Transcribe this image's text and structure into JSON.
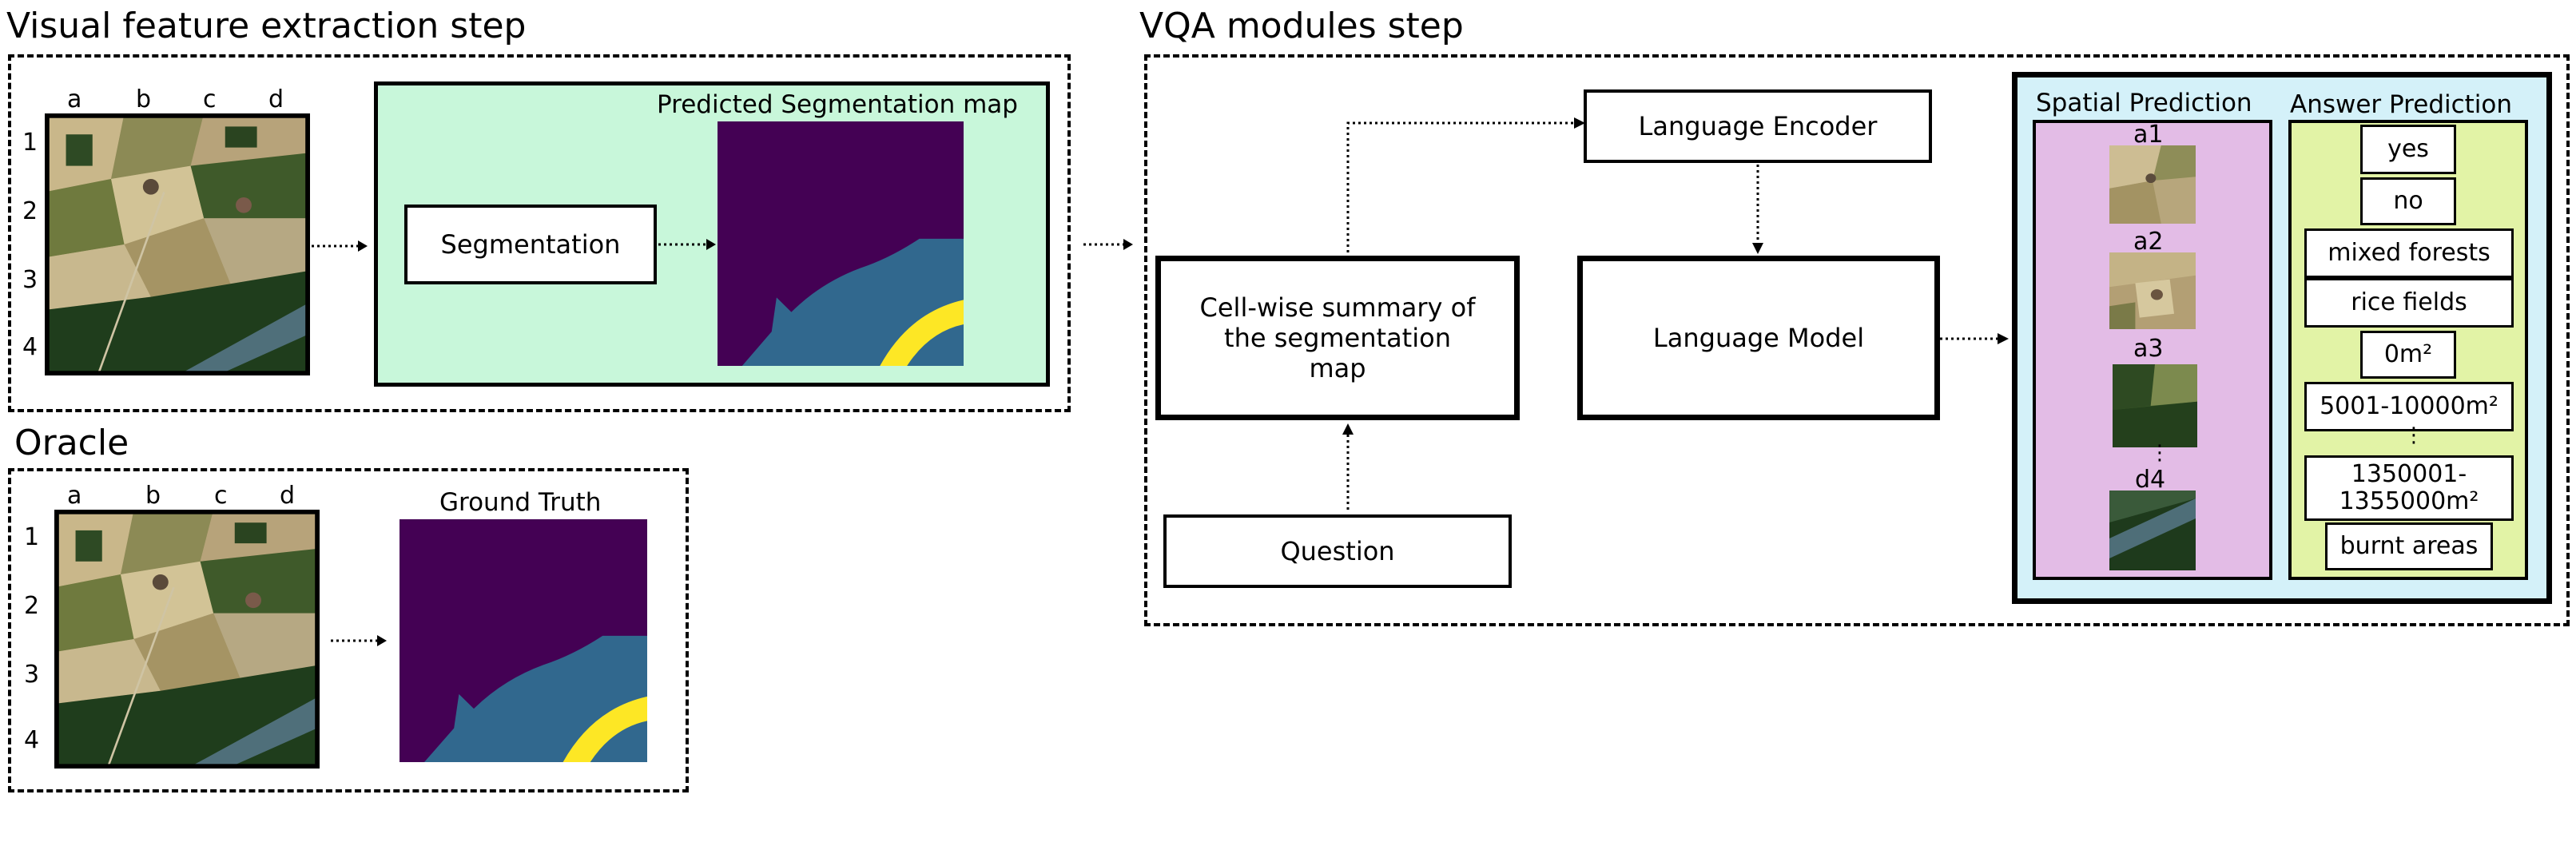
{
  "sections": {
    "visual_feature": "Visual feature extraction step",
    "oracle": "Oracle",
    "vqa": "VQA modules step"
  },
  "grid": {
    "cols": [
      "a",
      "b",
      "c",
      "d"
    ],
    "rows": [
      "1",
      "2",
      "3",
      "4"
    ]
  },
  "visual": {
    "predicted_title": "Predicted Segmentation map",
    "segmentation": "Segmentation"
  },
  "oracle": {
    "ground_truth_title": "Ground Truth"
  },
  "vqa": {
    "language_encoder": "Language Encoder",
    "language_model": "Language Model",
    "cell_summary": "Cell-wise summary of the segmentation map",
    "question": "Question"
  },
  "spatial": {
    "title": "Spatial Prediction",
    "cells": [
      "a1",
      "a2",
      "a3",
      "d4"
    ]
  },
  "answer": {
    "title": "Answer Prediction",
    "items": [
      "yes",
      "no",
      "mixed forests",
      "rice fields",
      "0m²",
      "5001-10000m²",
      "1350001-1355000m²",
      "burnt areas"
    ]
  },
  "colors": {
    "seg_purple": "#440154",
    "seg_teal": "#31688e",
    "seg_yellow": "#fde725",
    "predicted_panel_bg": "#c8f7da",
    "result_panel_bg": "#d4f1f9",
    "spatial_bg": "#e3bce6",
    "answer_bg": "#e2f3a6"
  }
}
